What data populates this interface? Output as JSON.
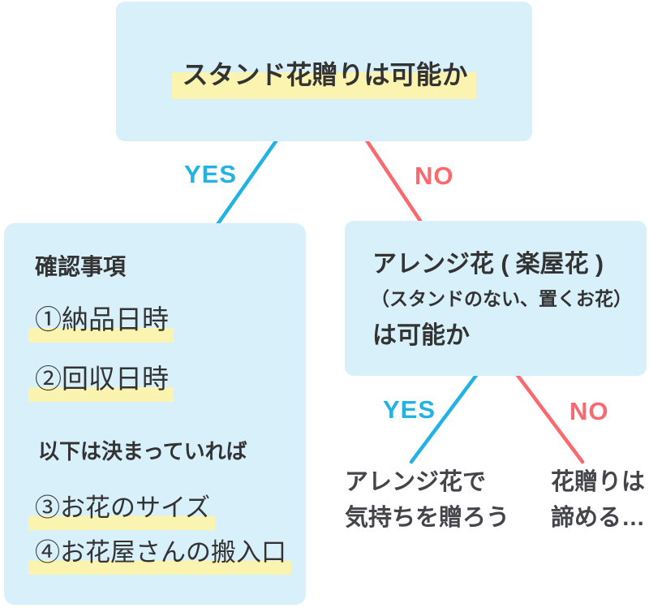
{
  "colors": {
    "box_background": "#d8f0fa",
    "highlight_yellow": "#fbf3b0",
    "yes_accent": "#22b2e4",
    "no_accent": "#f9696e",
    "text_dark": "#333333",
    "text_gray": "#44444b"
  },
  "root_question": {
    "title": "スタンド花贈りは可能か"
  },
  "branch_top": {
    "yes_label": "YES",
    "no_label": "NO"
  },
  "checklist_box": {
    "heading": "確認事項",
    "item1": "①納品日時",
    "item2": "②回収日時",
    "subheading": "以下は決まっていれば",
    "item3": "③お花のサイズ",
    "item4": "④お花屋さんの搬入口"
  },
  "arrange_question_box": {
    "line1": "アレンジ花 ( 楽屋花 )",
    "line2": "（スタンドのない、置くお花）",
    "line3": "は可能か"
  },
  "branch_bottom": {
    "yes_label": "YES",
    "no_label": "NO"
  },
  "yes_result": {
    "line1": "アレンジ花で",
    "line2": "気持ちを贈ろう"
  },
  "no_result": {
    "line1": "花贈りは",
    "line2": "諦める…"
  }
}
